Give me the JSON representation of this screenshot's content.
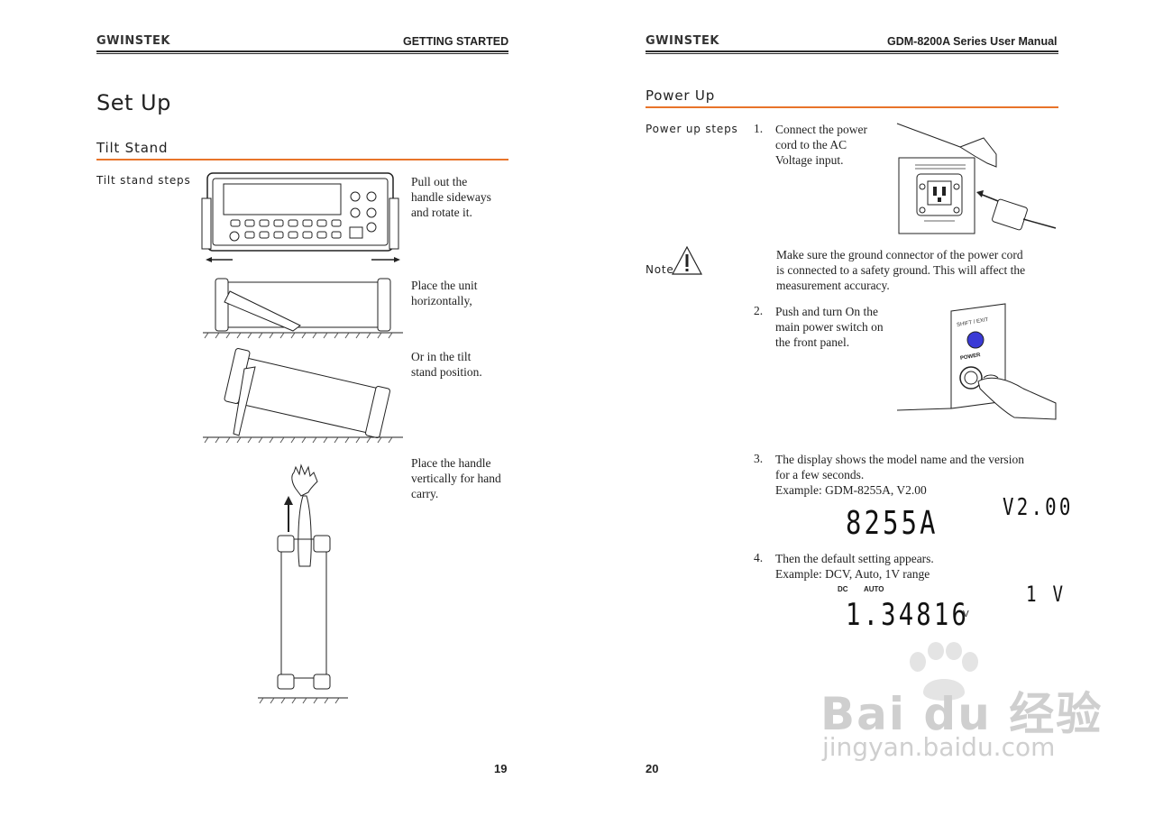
{
  "left_page": {
    "brand": "GWINSTEK",
    "header": "GETTING STARTED",
    "title": "Set Up",
    "section": "Tilt Stand",
    "side_label": "Tilt stand steps",
    "steps": [
      [
        "Pull out the",
        "handle sideways",
        "and rotate it."
      ],
      [
        "Place the unit",
        "horizontally,"
      ],
      [
        "Or in the tilt",
        "stand position."
      ],
      [
        "Place the handle",
        "vertically for hand",
        "carry."
      ]
    ],
    "page_number": "19"
  },
  "right_page": {
    "brand": "GWINSTEK",
    "header": "GDM-8200A Series User Manual",
    "section": "Power Up",
    "side_label": "Power up steps",
    "note_label": "Note",
    "steps": [
      {
        "num": "1.",
        "lines": [
          "Connect the power",
          "cord to the AC",
          "Voltage input."
        ]
      },
      {
        "num": "2.",
        "lines": [
          "Push and turn On the",
          "main power switch on",
          "the front panel."
        ]
      },
      {
        "num": "3.",
        "lines": [
          "The display shows the model name and the version",
          "for a few seconds.",
          "Example: GDM-8255A, V2.00"
        ]
      },
      {
        "num": "4.",
        "lines": [
          "Then the default setting appears.",
          "Example: DCV, Auto, 1V range"
        ]
      }
    ],
    "note_lines": [
      "Make sure the ground connector of the power cord",
      "is connected to a safety ground. This will affect the",
      "measurement accuracy."
    ],
    "power_panel": {
      "shift_label": "SHIFT / EXIT",
      "power_label": "POWER",
      "button_color": "#3a3ad6"
    },
    "display_model": {
      "main": "8255A",
      "sub": "V2.00"
    },
    "display_default": {
      "dc_tag": "DC",
      "auto_tag": "AUTO",
      "main": "1.34816",
      "unit": "V",
      "sub": "1 V"
    },
    "page_number": "20"
  },
  "watermark": {
    "line1": "Bai du 经验",
    "line2": "jingyan.baidu.com"
  },
  "colors": {
    "accent": "#e8742a",
    "text": "#222222"
  }
}
